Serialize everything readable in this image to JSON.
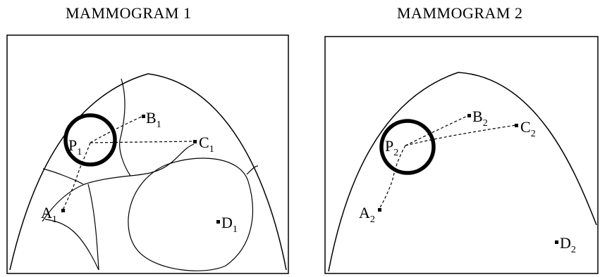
{
  "panels": [
    {
      "title": "MAMMOGRAM 1",
      "points": [
        {
          "letter": "P",
          "sub": "1"
        },
        {
          "letter": "A",
          "sub": "1"
        },
        {
          "letter": "B",
          "sub": "1"
        },
        {
          "letter": "C",
          "sub": "1"
        },
        {
          "letter": "D",
          "sub": "1"
        }
      ]
    },
    {
      "title": "MAMMOGRAM 2",
      "points": [
        {
          "letter": "P",
          "sub": "2"
        },
        {
          "letter": "A",
          "sub": "2"
        },
        {
          "letter": "B",
          "sub": "2"
        },
        {
          "letter": "C",
          "sub": "2"
        },
        {
          "letter": "D",
          "sub": "2"
        }
      ]
    }
  ],
  "colors": {
    "stroke": "#000000",
    "background": "#ffffff"
  }
}
